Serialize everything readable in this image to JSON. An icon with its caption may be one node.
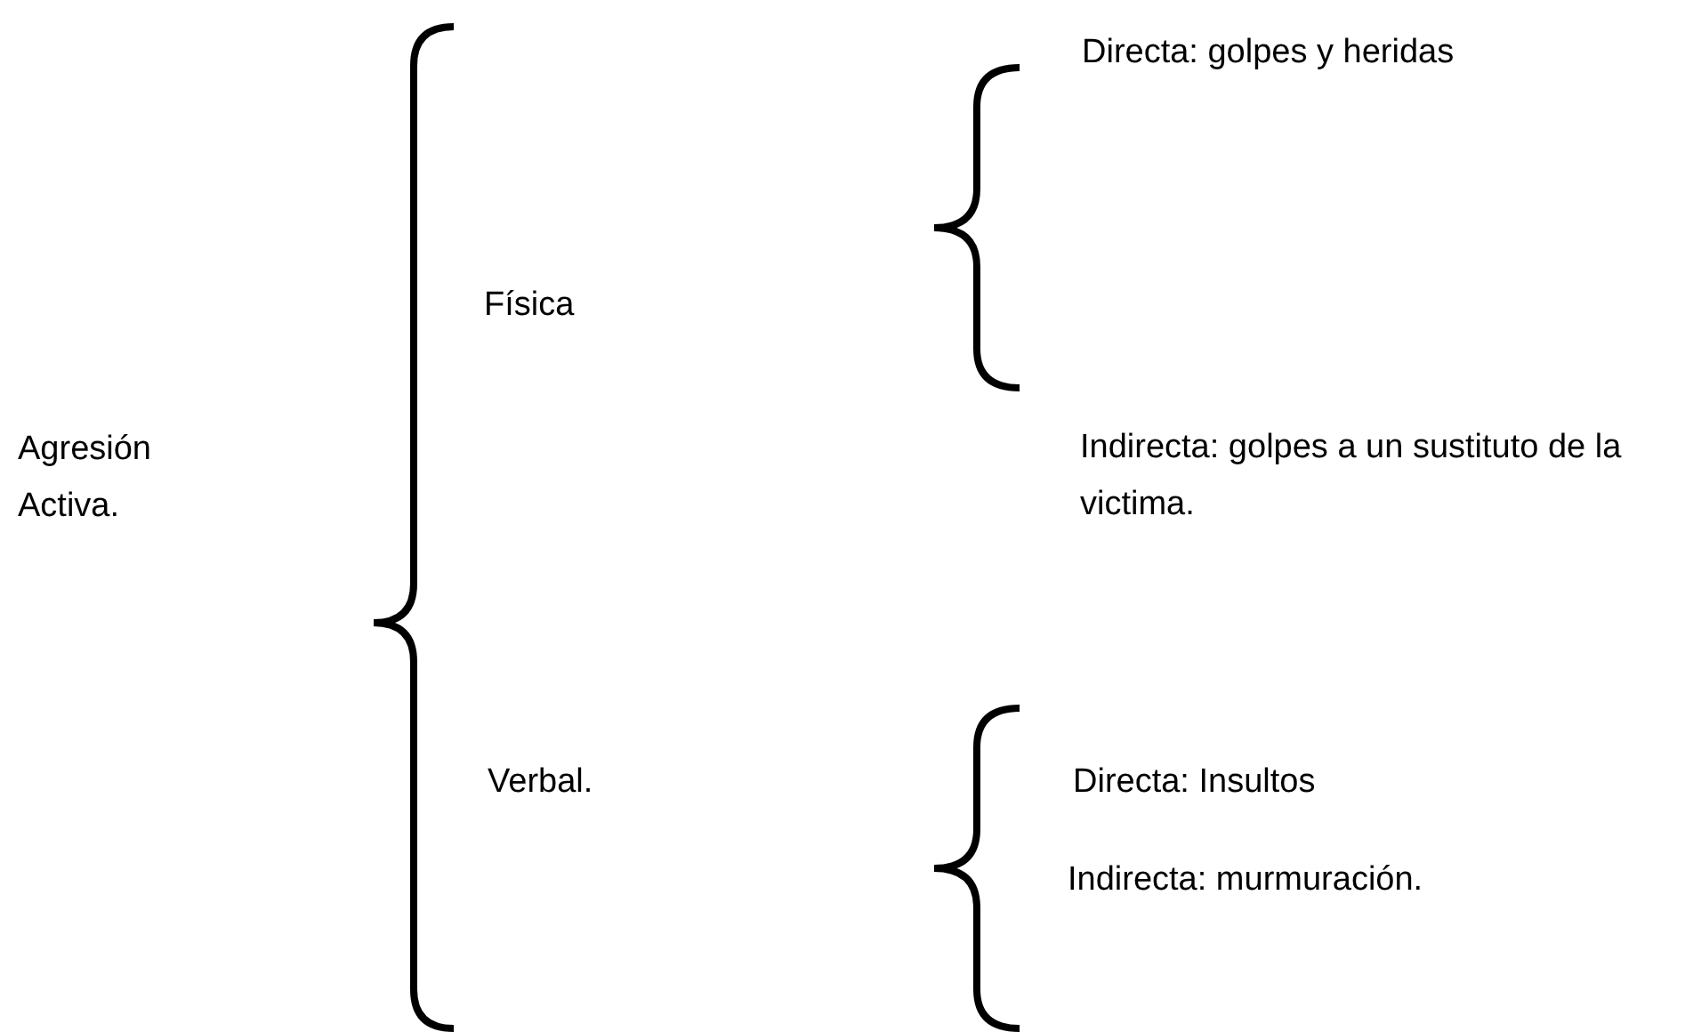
{
  "diagram": {
    "labels": [
      "Agresión Activa.",
      "Física",
      "Directa: golpes y heridas",
      "Indirecta: golpes a un sustituto de la victima.",
      "Verbal.",
      "Directa: Insultos",
      "Indirecta: murmuración."
    ]
  }
}
